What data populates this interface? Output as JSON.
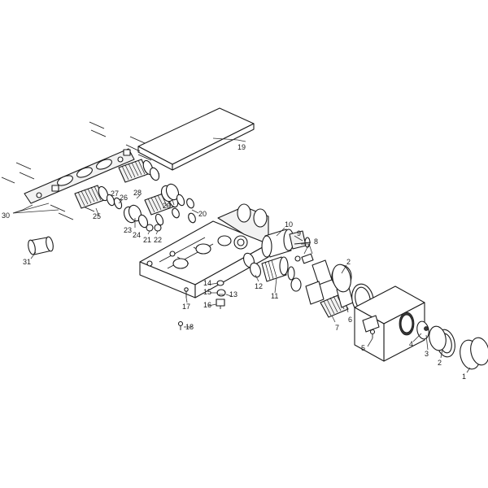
{
  "labels": {
    "l1": "1",
    "l2a": "2",
    "l2b": "2",
    "l3": "3",
    "l4": "4",
    "l5": "5",
    "l6": "6",
    "l7": "7",
    "l8": "8",
    "l9": "9",
    "l10": "10",
    "l11": "11",
    "l12": "12",
    "l13": "13",
    "l14": "14",
    "l15": "15",
    "l16": "16",
    "l17": "17",
    "l18": "18",
    "l19": "19",
    "l20": "20",
    "l21": "21",
    "l22": "22",
    "l23": "23",
    "l24": "24",
    "l25": "25",
    "l26": "26",
    "l27": "27",
    "l28": "28",
    "l29": "29",
    "l30": "30",
    "l31": "31"
  }
}
